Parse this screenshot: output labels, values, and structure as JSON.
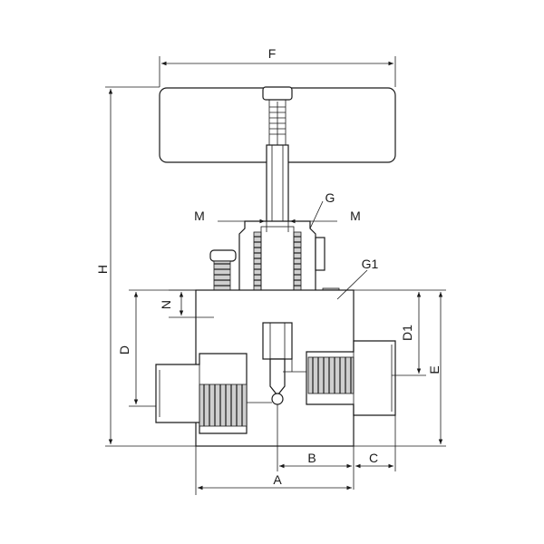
{
  "labels": {
    "F": "F",
    "H": "H",
    "G": "G",
    "M_left": "M",
    "M_right": "M",
    "G1": "G1",
    "N": "N",
    "D": "D",
    "D1": "D1",
    "E": "E",
    "B": "B",
    "C": "C",
    "A": "A"
  },
  "colors": {
    "line": "#1a1a1a",
    "fill": "#ffffff",
    "shade": "#c8c8c8"
  }
}
